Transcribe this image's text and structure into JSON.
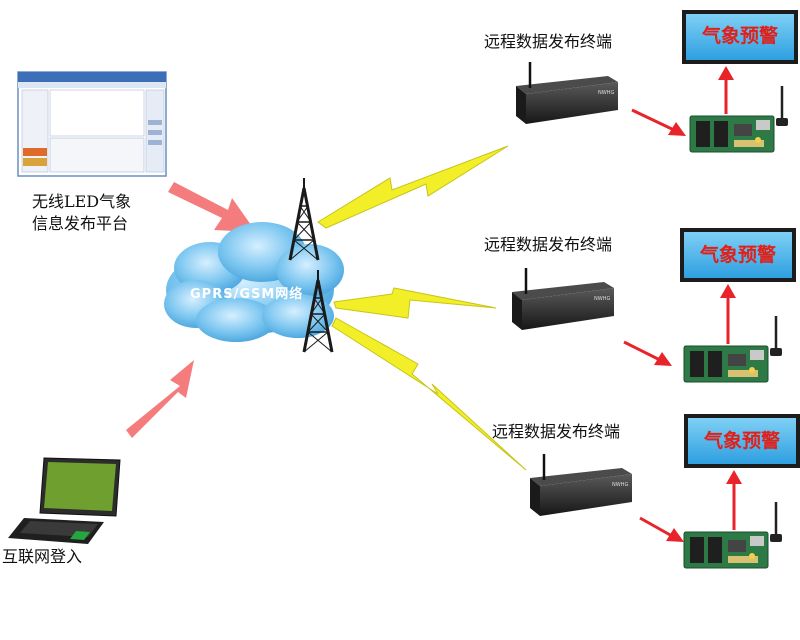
{
  "platform": {
    "label_line1": "无线LED气象",
    "label_line2": "信息发布平台"
  },
  "internet": {
    "label": "互联网登入"
  },
  "cloud": {
    "label": "GPRS/GSM网络"
  },
  "terminals": [
    {
      "label": "远程数据发布终端",
      "display_text": "气象预警"
    },
    {
      "label": "远程数据发布终端",
      "display_text": "气象预警"
    },
    {
      "label": "远程数据发布终端",
      "display_text": "气象预警"
    }
  ],
  "colors": {
    "arrow_big": "#f47c7c",
    "arrow_small": "#e8232a",
    "lightning": "#f2ee28",
    "cloud": "#5fb3e8",
    "display_screen": "#48b4ea",
    "display_text": "#e0201a",
    "pcb": "#2d7a46"
  },
  "icons": [
    "software-window-screenshot",
    "laptop-icon",
    "cell-tower-icon",
    "radio-terminal-box",
    "led-controller-board",
    "led-display-screen"
  ]
}
